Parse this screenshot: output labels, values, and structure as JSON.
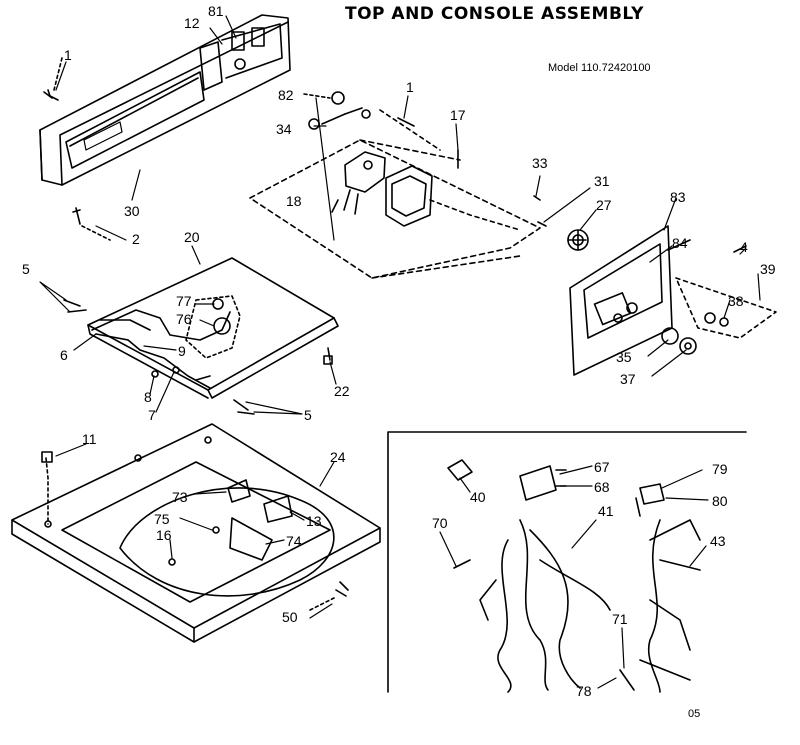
{
  "title": "TOP AND CONSOLE ASSEMBLY",
  "model": "Model 110.72420100",
  "page_code": "05",
  "callouts": [
    "1",
    "12",
    "81",
    "30",
    "2",
    "82",
    "34",
    "1",
    "17",
    "33",
    "18",
    "31",
    "27",
    "83",
    "84",
    "4",
    "39",
    "38",
    "35",
    "37",
    "20",
    "5",
    "77",
    "76",
    "6",
    "9",
    "8",
    "7",
    "22",
    "5",
    "11",
    "24",
    "73",
    "75",
    "13",
    "16",
    "74",
    "50",
    "40",
    "67",
    "68",
    "79",
    "80",
    "70",
    "41",
    "43",
    "71",
    "78"
  ]
}
